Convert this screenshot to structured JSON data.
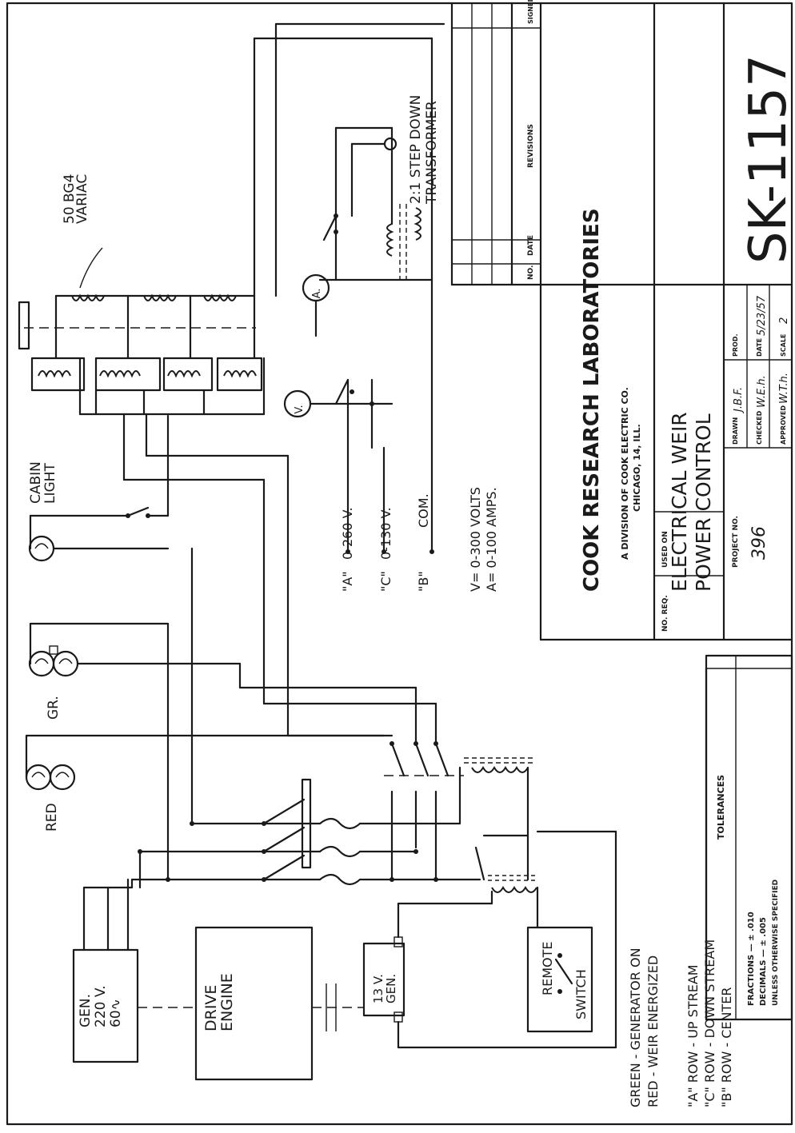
{
  "drawing_title": {
    "company": "COOK RESEARCH LABORATORIES",
    "division": "A DIVISION OF COOK ELECTRIC CO.",
    "city": "CHICAGO, 14, ILL.",
    "title_line1": "ELECTRICAL WEIR",
    "title_line2": "POWER CONTROL",
    "drawing_number": "SK-1157"
  },
  "revisions": {
    "col_no": "NO.",
    "col_date": "DATE",
    "col_revisions": "REVISIONS",
    "col_signed": "SIGNED"
  },
  "title_block": {
    "no_req_label": "NO. REQ.",
    "used_on_label": "USED ON",
    "project_no_label": "PROJECT NO.",
    "project_no": "396",
    "drawn_label": "DRAWN",
    "drawn_value": "J.B.F.",
    "checked_label": "CHECKED",
    "checked_value": "W.E.h.",
    "approved_label": "APPROVED",
    "approved_value": "W.T.h.",
    "prod_label": "PROD.",
    "date_label": "DATE",
    "date_value": "5/23/57",
    "scale_label": "SCALE",
    "scale_value": "2"
  },
  "tolerances": {
    "header": "TOLERANCES",
    "fractions": "FRACTIONS — ± .010",
    "decimals": "DECIMALS — ± .005",
    "unless": "UNLESS OTHERWISE SPECIFIED"
  },
  "labels": {
    "variac": "50 BG4",
    "variac2": "VARIAC",
    "transformer1": "2:1 STEP DOWN",
    "transformer2": "TRANSFORMER",
    "cabin1": "CABIN",
    "cabin2": "LIGHT",
    "gr": "GR.",
    "red": "RED",
    "voltmeter": "V.",
    "ammeter": "A.",
    "tap_a_key": "\"A\"",
    "tap_a_val": "0-260 V.",
    "tap_c_key": "\"C\"",
    "tap_c_val": "0-130 V.",
    "tap_b_key": "\"B\"",
    "tap_b_val": "COM.",
    "meter_v": "V= 0-300 VOLTS",
    "meter_a": "A= 0-100 AMPS.",
    "gen1": "GEN.",
    "gen2": "220 V.",
    "gen3": "60∿",
    "drive1": "DRIVE",
    "drive2": "ENGINE",
    "gen13a": "13 V.",
    "gen13b": "GEN.",
    "remote1": "REMOTE",
    "remote2": "SWITCH"
  },
  "notes": {
    "green": "GREEN - GENERATOR  ON",
    "red": "RED - WEIR  ENERGIZED",
    "row_a": "\"A\" ROW - UP STREAM",
    "row_c": "\"C\" ROW - DOWN  STREAM",
    "row_b": "\"B\" ROW - CENTER"
  }
}
